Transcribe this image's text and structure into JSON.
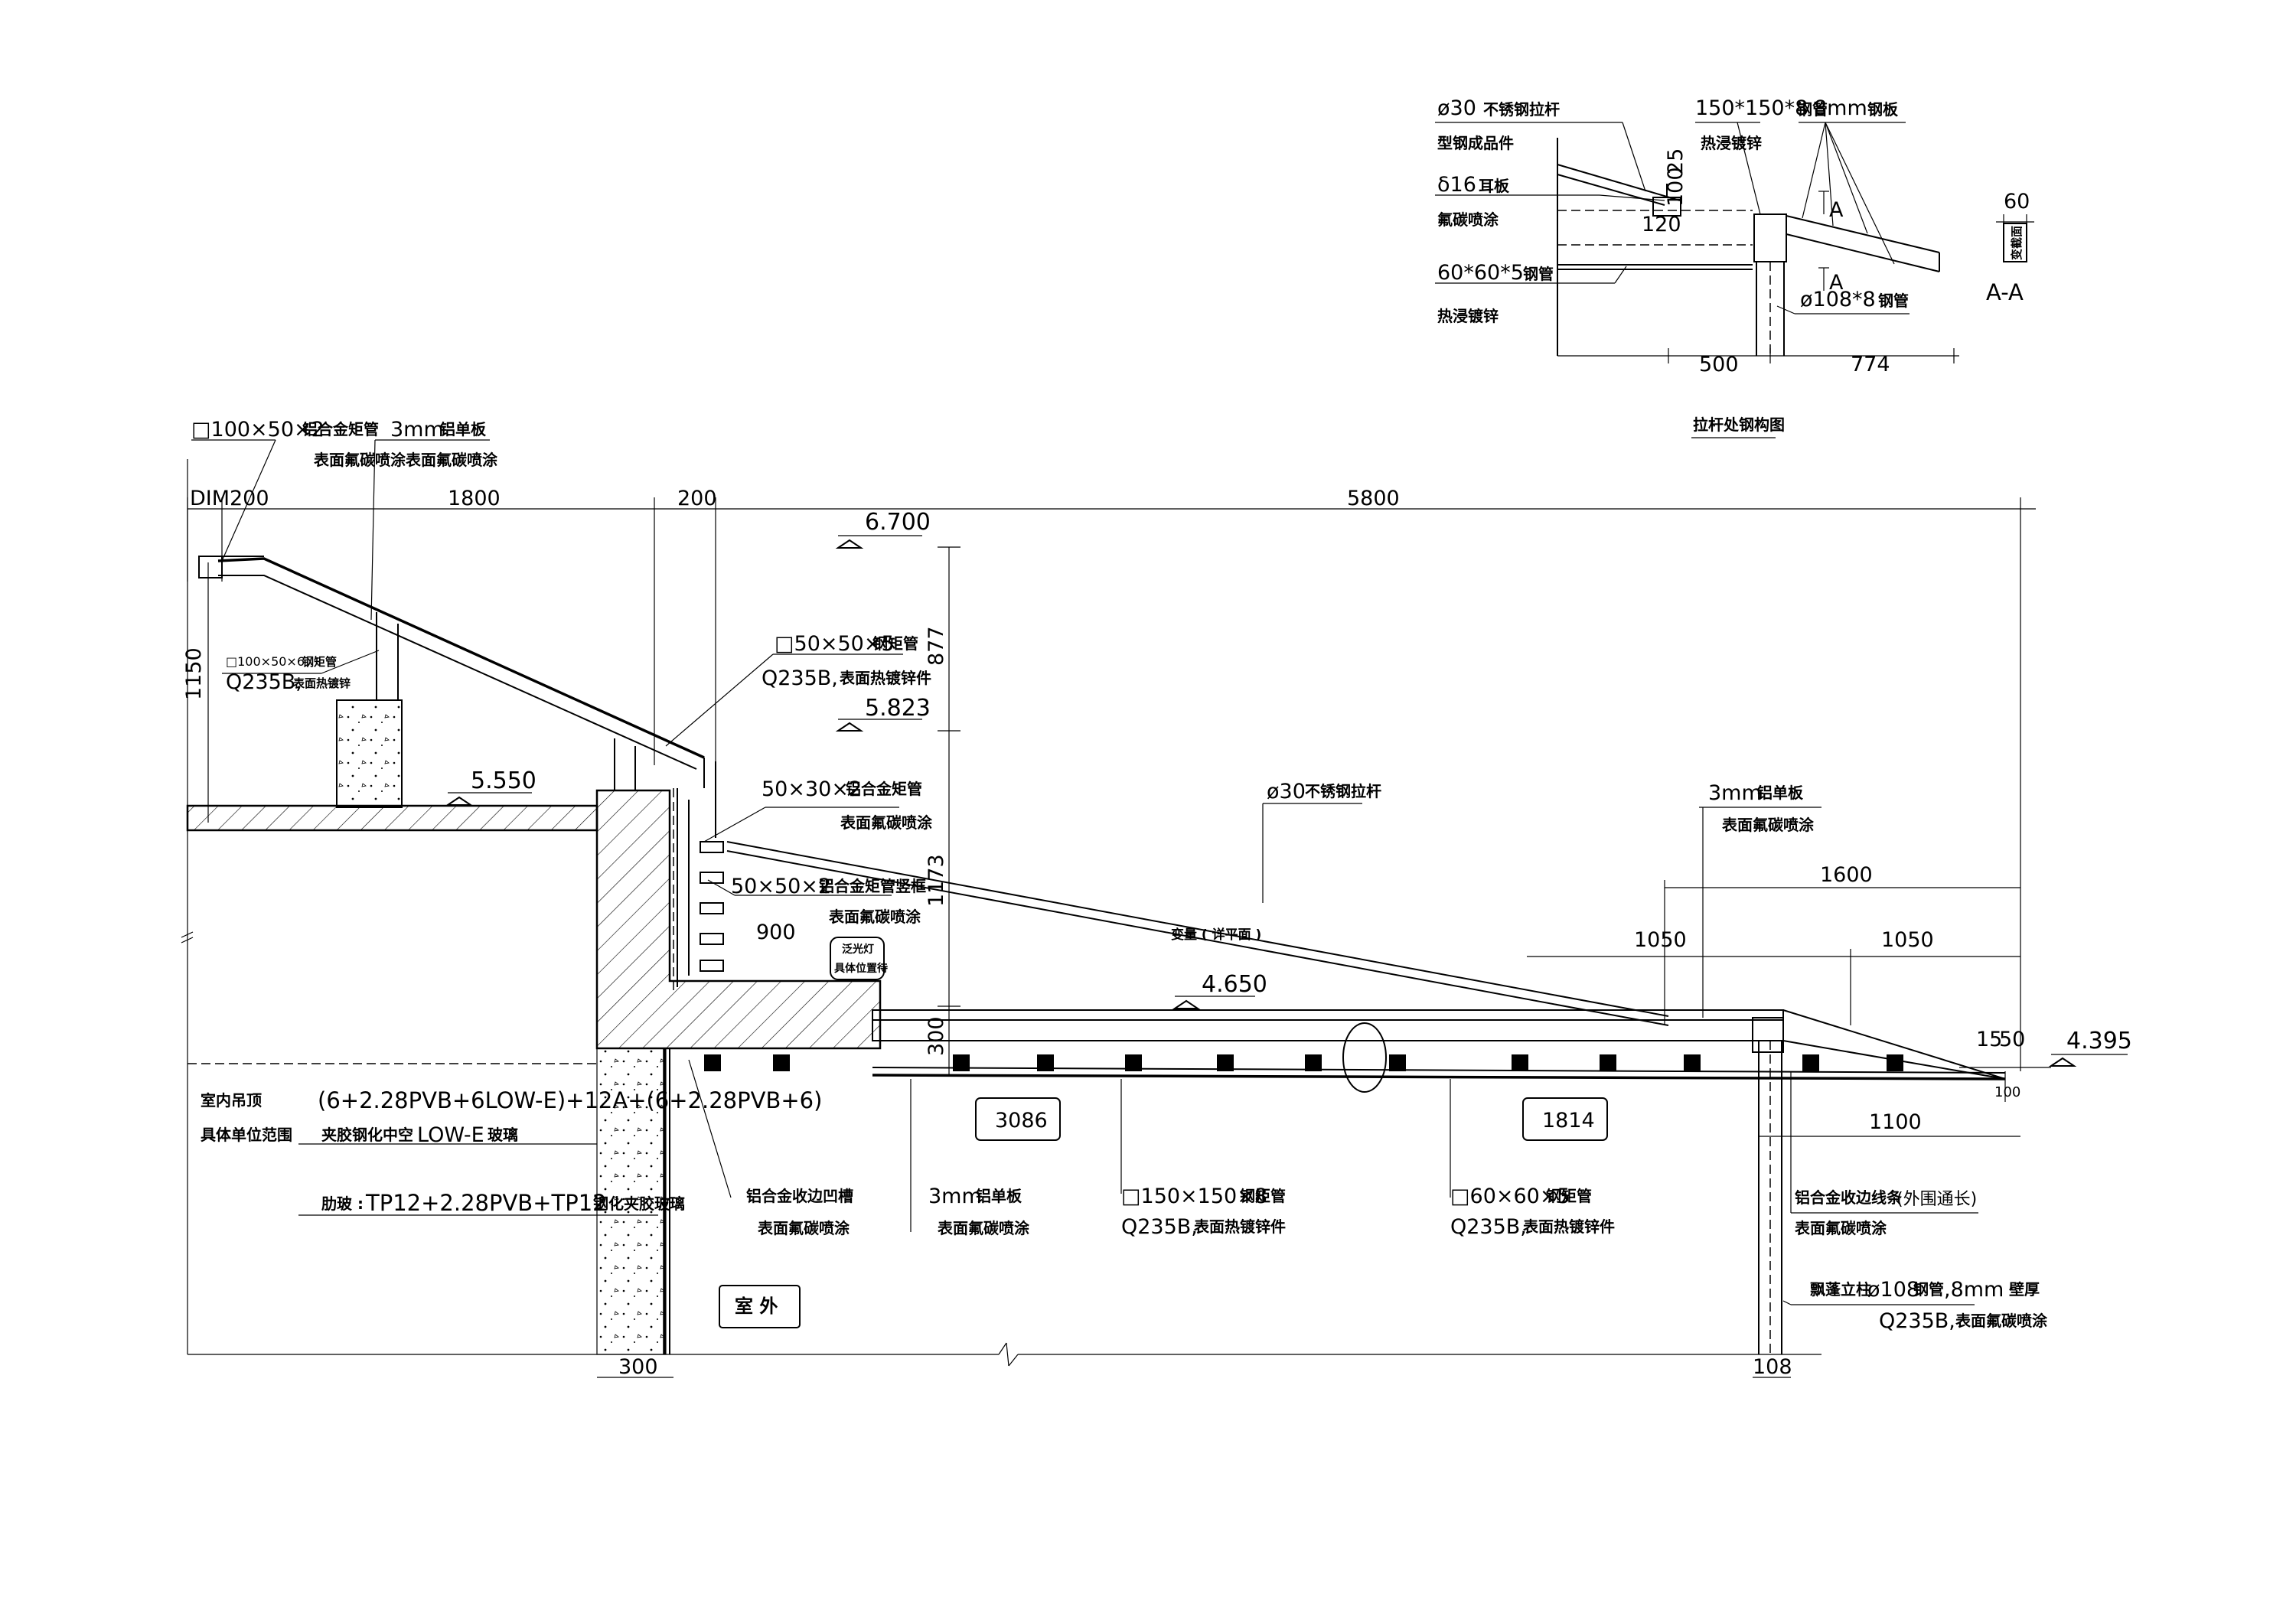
{
  "dimensions": {
    "dim_top_dim": "DIM",
    "dim_top_200a": "200",
    "dim_top_1800": "1800",
    "dim_top_200b": "200",
    "dim_top_5800": "5800",
    "dim_left_1150": "1150",
    "dim_877": "877",
    "dim_1173": "1173",
    "dim_900": "900",
    "dim_300v": "300",
    "dim_1600": "1600",
    "dim_1050a": "1050",
    "dim_1050b": "1050",
    "dim_15": "15",
    "dim_50": "50",
    "dim_100": "100",
    "dim_1100": "1100",
    "dim_bottom_300": "300",
    "dim_bottom_108": "108",
    "box_3086": "3086",
    "box_1814": "1814"
  },
  "levels": {
    "lvl_6700": "6.700",
    "lvl_5823": "5.823",
    "lvl_5550": "5.550",
    "lvl_4650": "4.650",
    "lvl_4395": "4.395"
  },
  "labels": {
    "l_tube_100x50x2": "□100×50×2",
    "l_tube_100x50x2_cn": "铝合金矩管",
    "l_3mm_top": "3mm",
    "l_3mm_top_cn1": "铝单板",
    "l_3mm_top_cn2": "表面氟碳喷涂",
    "l_tube_100x50x6": "□100×50×6",
    "l_tube_100x50x6_cn": "钢矩管",
    "l_q235b_small": "Q235B,",
    "l_q235b_small_cn": "表面热镀锌",
    "l_tube_50x50x5": "□50×50×5",
    "l_tube_50x50x5_cn": "钢矩管",
    "l_tube_50x50x5_q": "Q235B,",
    "l_tube_50x50x5_q_cn": "表面热镀锌件",
    "l_50x30x2": "50×30×2",
    "l_50x30x2_cn1": "铝合金矩管",
    "l_50x30x2_cn2": "表面氟碳喷涂",
    "l_50x50x2": "50×50×2",
    "l_50x50x2_cn1": "铝合金矩管竖框",
    "l_50x50x2_cn2": "表面氟碳喷涂",
    "l_box_cn1": "泛光灯",
    "l_box_cn2": "具体位置待",
    "l_rod": "ø30",
    "l_rod_cn": "不锈钢拉杆",
    "l_var_cn": "变量 ( 详平面 )",
    "l_3mm_right": "3mm",
    "l_3mm_right_cn1": "铝单板",
    "l_3mm_right_cn2": "表面氟碳喷涂",
    "l_glass1": "(6+2.28PVB+6LOW-E)+12A+(6+2.28PVB+6)",
    "l_glass1_cn_a": "夹胶钢化中空",
    "l_glass1_cn_b": "LOW-E",
    "l_glass1_cn_c": "玻璃",
    "l_glass2_cn": "肋玻 :",
    "l_glass2": "TP12+2.28PVB+TP12",
    "l_glass2_cn_b": "钢化夹胶玻璃",
    "l_indoor1": "室内吊顶",
    "l_indoor2": "具体单位范围",
    "l_alum_edge_cn1": "铝合金收边凹槽",
    "l_alum_edge_cn2": "表面氟碳喷涂",
    "l_3mm_bot": "3mm",
    "l_3mm_bot_cn1": "铝单板",
    "l_3mm_bot_cn2": "表面氟碳喷涂",
    "l_tube_150": "□150×150×8",
    "l_tube_150_cn": "钢矩管",
    "l_tube_150_q": "Q235B,",
    "l_tube_150_q_cn": "表面热镀锌件",
    "l_tube_60": "□60×60×5",
    "l_tube_60_cn": "钢矩管",
    "l_tube_60_q": "Q235B,",
    "l_tube_60_q_cn": "表面热镀锌件",
    "l_edge_strip_cn1": "铝合金收边线条",
    "l_edge_strip_cn2": "(外围通长)",
    "l_edge_strip_cn3": "表面氟碳喷涂",
    "l_column_cn": "飘蓬立柱",
    "l_column": "ø108",
    "l_column_cn2": "钢管",
    "l_column_b": ",8mm",
    "l_column_cn3": "壁厚",
    "l_column_q": "Q235B,",
    "l_column_q_cn": "表面氟碳喷涂",
    "l_outdoor": "室 外"
  },
  "detail": {
    "d_rod": "ø30",
    "d_rod_cn": "不锈钢拉杆",
    "d_rod_cn2": "型钢成品件",
    "d_tube_150": "150*150*8",
    "d_tube_150_cn": "钢管",
    "d_tube_150_cn2": "热浸镀锌",
    "d_plate_8": "8mm",
    "d_plate_8_cn": "钢板",
    "d_ear": "δ16",
    "d_ear_cn": "耳板",
    "d_ear_cn2": "氟碳喷涂",
    "d_tube_60": "60*60*5",
    "d_tube_60_cn": "钢管",
    "d_tube_60_cn2": "热浸镀锌",
    "d_pipe_108": "ø108*8",
    "d_pipe_108_cn": "钢管",
    "d_dim_100": "100",
    "d_dim_25": "25",
    "d_dim_120": "120",
    "d_dim_500": "500",
    "d_dim_774": "774",
    "d_sec_a1": "A",
    "d_sec_a2": "A",
    "d_aa_60": "60",
    "d_aa_cn": "变截面",
    "d_aa_title": "A-A",
    "d_title": "拉杆处钢构图"
  }
}
